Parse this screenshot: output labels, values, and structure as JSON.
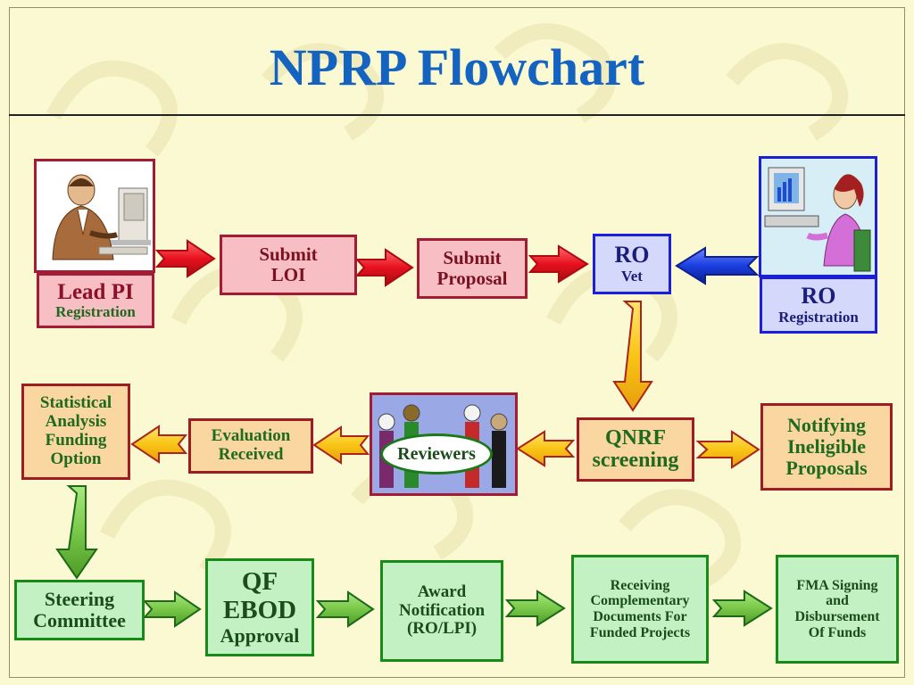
{
  "title": "NPRP Flowchart",
  "boxes": {
    "lead_pi": {
      "line1": "Lead PI",
      "line2": "Registration"
    },
    "submit_loi": {
      "line1": "Submit",
      "line2": "LOI"
    },
    "submit_proposal": {
      "line1": "Submit",
      "line2": "Proposal"
    },
    "ro_vet": {
      "line1": "RO",
      "line2": "Vet"
    },
    "ro_registration": {
      "line1": "RO",
      "line2": "Registration"
    },
    "stat_analysis": {
      "line1": "Statistical",
      "line2": "Analysis",
      "line3": "Funding",
      "line4": "Option"
    },
    "evaluation": {
      "line1": "Evaluation",
      "line2": "Received"
    },
    "reviewers": "Reviewers",
    "qnrf": {
      "line1": "QNRF",
      "line2": "screening"
    },
    "notifying": {
      "line1": "Notifying",
      "line2": "Ineligible",
      "line3": "Proposals"
    },
    "steering": {
      "line1": "Steering",
      "line2": "Committee"
    },
    "qf_ebod": {
      "line1": "QF",
      "line2": "EBOD",
      "line3": "Approval"
    },
    "award": {
      "line1": "Award",
      "line2": "Notification",
      "line3": "(RO/LPI)"
    },
    "receiving": {
      "line1": "Receiving",
      "line2": "Complementary",
      "line3": "Documents For",
      "line4": "Funded Projects"
    },
    "fma": {
      "line1": "FMA Signing",
      "line2": "and",
      "line3": "Disbursement",
      "line4": "Of Funds"
    }
  },
  "colors": {
    "title": "#1463c0",
    "red_arrow": "#e8111e",
    "blue_arrow": "#1a3ee0",
    "orange_arrow": "#f9c515",
    "green_arrow": "#79c749"
  }
}
